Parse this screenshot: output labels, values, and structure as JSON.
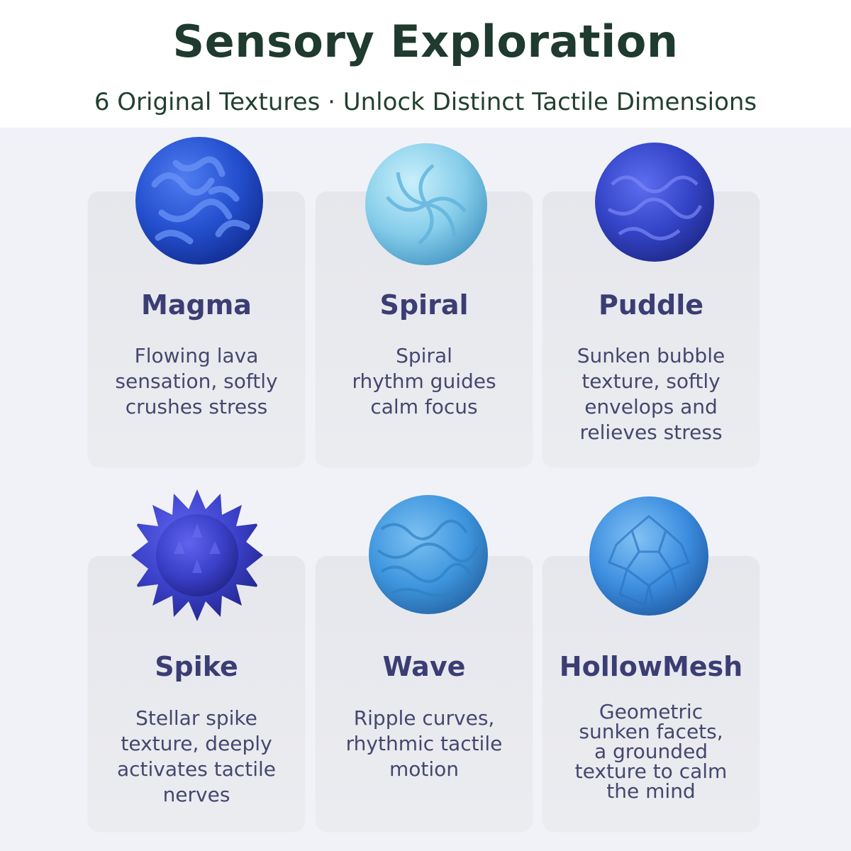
{
  "header": {
    "title": "Sensory Exploration",
    "subtitle": "6 Original Textures · Unlock Distinct Tactile Dimensions"
  },
  "textures": [
    {
      "name": "Magma",
      "description": "Flowing lava\nsensation, softly\ncrushes stress",
      "icon": "magma-ball-icon",
      "color": "#2a56d6"
    },
    {
      "name": "Spiral",
      "description": "Spiral\nrhythm guides\ncalm focus",
      "icon": "spiral-ball-icon",
      "color": "#8fd3ee"
    },
    {
      "name": "Puddle",
      "description": "Sunken bubble\ntexture, softly\nenvelops and\nrelieves stress",
      "icon": "puddle-ball-icon",
      "color": "#3547c9"
    },
    {
      "name": "Spike",
      "description": "Stellar spike\ntexture, deeply\nactivates tactile\nnerves",
      "icon": "spike-ball-icon",
      "color": "#3a3fc8"
    },
    {
      "name": "Wave",
      "description": "Ripple curves,\nrhythmic tactile\nmotion",
      "icon": "wave-ball-icon",
      "color": "#3f96de"
    },
    {
      "name": "HollowMesh",
      "description": "Geometric\nsunken facets,\na grounded\ntexture to calm\nthe mind",
      "icon": "hollowmesh-ball-icon",
      "color": "#3d8ee0"
    }
  ]
}
